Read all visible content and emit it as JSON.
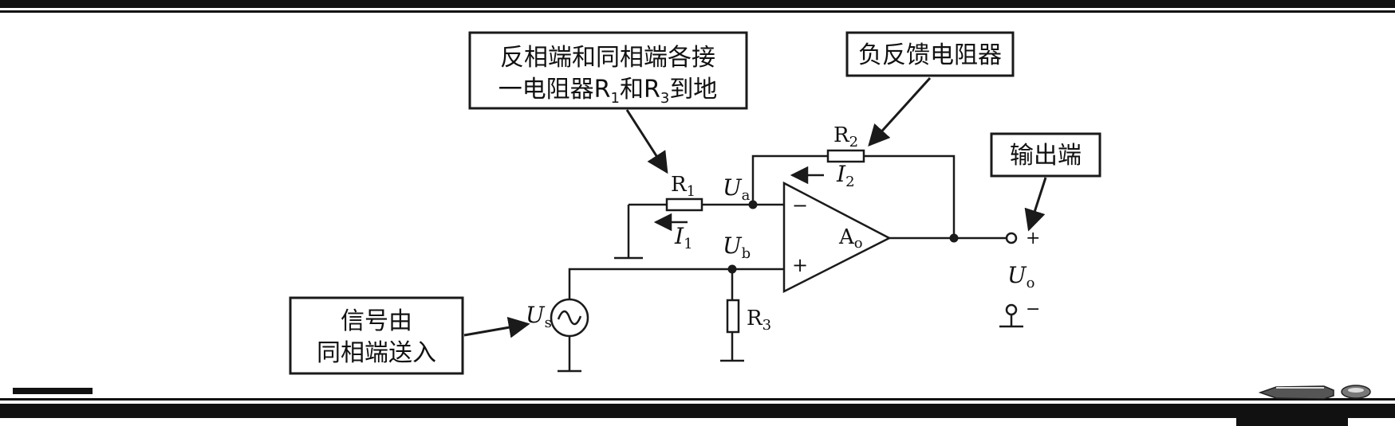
{
  "callouts": {
    "resistors_to_ground": {
      "line1": "反相端和同相端各接",
      "line2_prefix": "一电阻器R",
      "sub1": "1",
      "mid": "和R",
      "sub2": "3",
      "suffix": "到地"
    },
    "feedback_resistor": "负反馈电阻器",
    "output_terminal": "输出端",
    "signal_input": {
      "line1": "信号由",
      "line2": "同相端送入"
    }
  },
  "components": {
    "R1": {
      "letter": "R",
      "sub": "1"
    },
    "R2": {
      "letter": "R",
      "sub": "2"
    },
    "R3": {
      "letter": "R",
      "sub": "3"
    },
    "opamp": {
      "letter": "A",
      "sub": "o",
      "minus": "−",
      "plus": "+"
    }
  },
  "quantities": {
    "Ua": {
      "letter": "U",
      "sub": "a"
    },
    "Ub": {
      "letter": "U",
      "sub": "b"
    },
    "Us": {
      "letter": "U",
      "sub": "s"
    },
    "Uo": {
      "letter": "U",
      "sub": "o"
    },
    "I1": {
      "letter": "I",
      "sub": "1"
    },
    "I2": {
      "letter": "I",
      "sub": "2"
    }
  },
  "terminals": {
    "plus": "+",
    "minus": "−"
  },
  "colors": {
    "ink": "#1a1a1a",
    "background": "#ffffff"
  }
}
